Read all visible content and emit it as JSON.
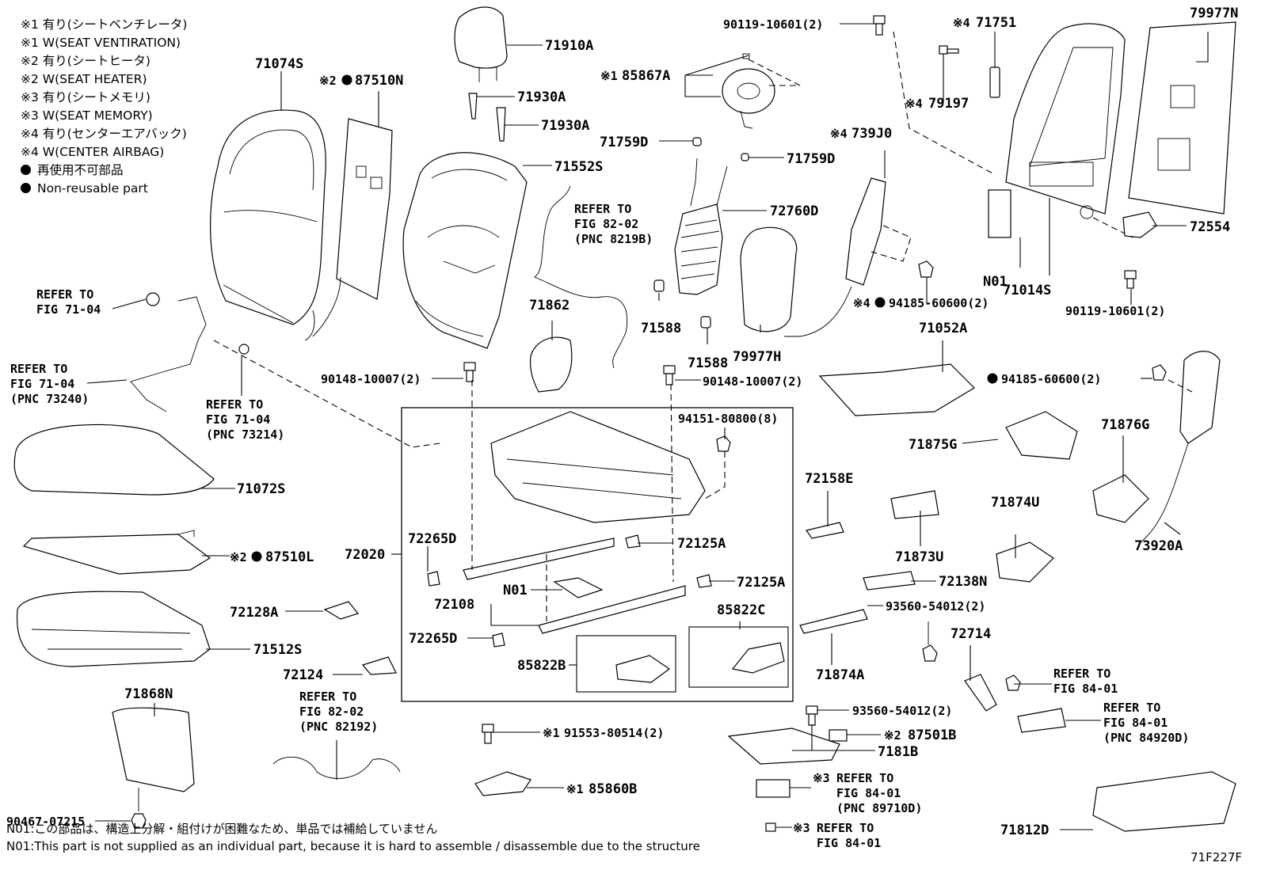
{
  "legend": [
    {
      "mark": "※1",
      "text": "有り(シートベンチレータ)"
    },
    {
      "mark": "※1",
      "text": "W(SEAT VENTIRATION)"
    },
    {
      "mark": "※2",
      "text": "有り(シートヒータ)"
    },
    {
      "mark": "※2",
      "text": "W(SEAT HEATER)"
    },
    {
      "mark": "※3",
      "text": "有り(シートメモリ)"
    },
    {
      "mark": "※3",
      "text": "W(SEAT MEMORY)"
    },
    {
      "mark": "※4",
      "text": "有り(センターエアバック)"
    },
    {
      "mark": "※4",
      "text": "W(CENTER AIRBAG)"
    },
    {
      "mark": "●",
      "text": "再使用不可部品"
    },
    {
      "mark": "●",
      "text": "Non-reusable part"
    }
  ],
  "parts": {
    "p71074S": "71074S",
    "p87510N": "87510N",
    "p71910A": "71910A",
    "p71930A_1": "71930A",
    "p71930A_2": "71930A",
    "p71552S": "71552S",
    "p85867A": "85867A",
    "p71759D_1": "71759D",
    "p71759D_2": "71759D",
    "p72760D": "72760D",
    "p90119_top": "90119-10601(2)",
    "p71751": "71751",
    "p79197": "79197",
    "p739J0": "739J0",
    "p79977N": "79977N",
    "p72554": "72554",
    "pN01_top": "N01",
    "p71014S": "71014S",
    "p90119_bot": "90119-10601(2)",
    "p94185_1": "94185-60600(2)",
    "p71862": "71862",
    "p71588_1": "71588",
    "p71588_2": "71588",
    "p79977H": "79977H",
    "p71052A": "71052A",
    "p94185_2": "94185-60600(2)",
    "p90148_left": "90148-10007(2)",
    "p90148_right": "90148-10007(2)",
    "p94151": "94151-80800(8)",
    "p71875G": "71875G",
    "p71876G": "71876G",
    "p71072S": "71072S",
    "p72158E": "72158E",
    "p71874U": "71874U",
    "p73920A": "73920A",
    "p72020": "72020",
    "p72265D_1": "72265D",
    "p72125A_1": "72125A",
    "p72125A_2": "72125A",
    "p87510L": "87510L",
    "p71873U": "71873U",
    "p72138N": "72138N",
    "pN01_mid": "N01",
    "p72108": "72108",
    "p85822C": "85822C",
    "p72128A": "72128A",
    "p93560_1": "93560-54012(2)",
    "p72265D_2": "72265D",
    "p72714": "72714",
    "p71512S": "71512S",
    "p85822B": "85822B",
    "p71874A": "71874A",
    "p72124": "72124",
    "p71868N": "71868N",
    "p93560_2": "93560-54012(2)",
    "p87501B": "87501B",
    "p91553": "91553-80514(2)",
    "p7181B": "7181B",
    "p85860B": "85860B",
    "p90467": "90467-07215",
    "p71812D": "71812D"
  },
  "marks": {
    "x1": "※1",
    "x2": "※2",
    "x3": "※3",
    "x4": "※4",
    "dot": "●"
  },
  "refs": {
    "r1": [
      "REFER TO",
      "FIG 71-04"
    ],
    "r2": [
      "REFER TO",
      "FIG 71-04",
      "(PNC 73240)"
    ],
    "r3": [
      "REFER TO",
      "FIG 71-04",
      "(PNC 73214)"
    ],
    "r4": [
      "REFER TO",
      "FIG 82-02",
      "(PNC 8219B)"
    ],
    "r5": [
      "REFER TO",
      "FIG 82-02",
      "(PNC 82192)"
    ],
    "r6": [
      "REFER TO",
      "FIG 84-01"
    ],
    "r7": [
      "REFER TO",
      "FIG 84-01",
      "(PNC 84920D)"
    ],
    "r8": [
      "REFER TO",
      "FIG 84-01",
      "(PNC 89710D)"
    ],
    "r9": [
      "REFER TO",
      "FIG 84-01"
    ]
  },
  "footnotes": [
    "N01:この部品は、構造上分解・組付けが困難なため、単品では補給していません",
    "N01:This part is not supplied as an individual part, because it is hard to assemble / disassemble due to the structure"
  ],
  "figure_code": "71F227F"
}
